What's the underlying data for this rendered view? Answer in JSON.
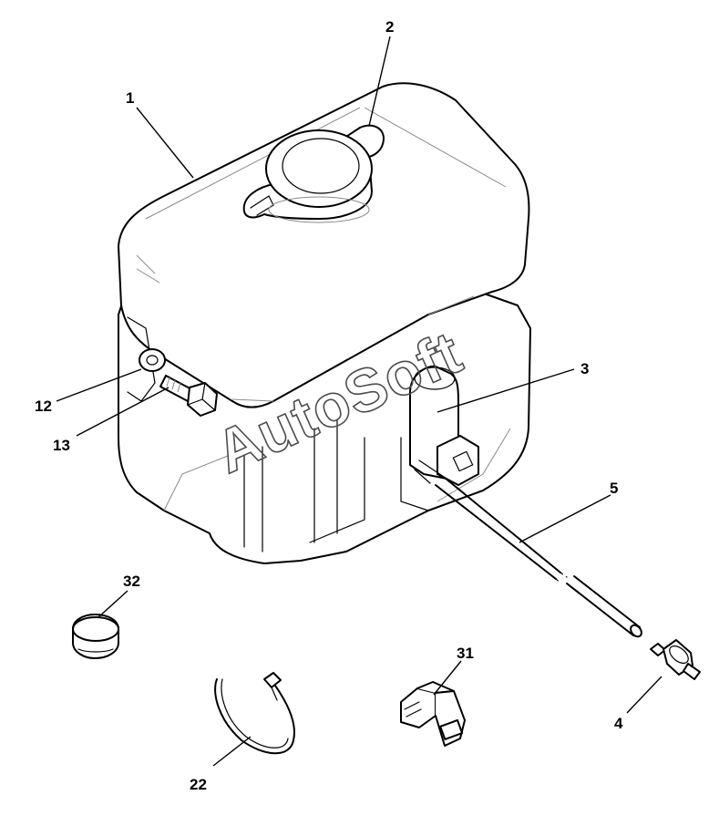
{
  "diagram": {
    "callouts": {
      "c1": "1",
      "c2": "2",
      "c3": "3",
      "c4": "4",
      "c5": "5",
      "c12": "12",
      "c13": "13",
      "c22": "22",
      "c31": "31",
      "c32": "32"
    },
    "watermark": "AutoSoft"
  }
}
